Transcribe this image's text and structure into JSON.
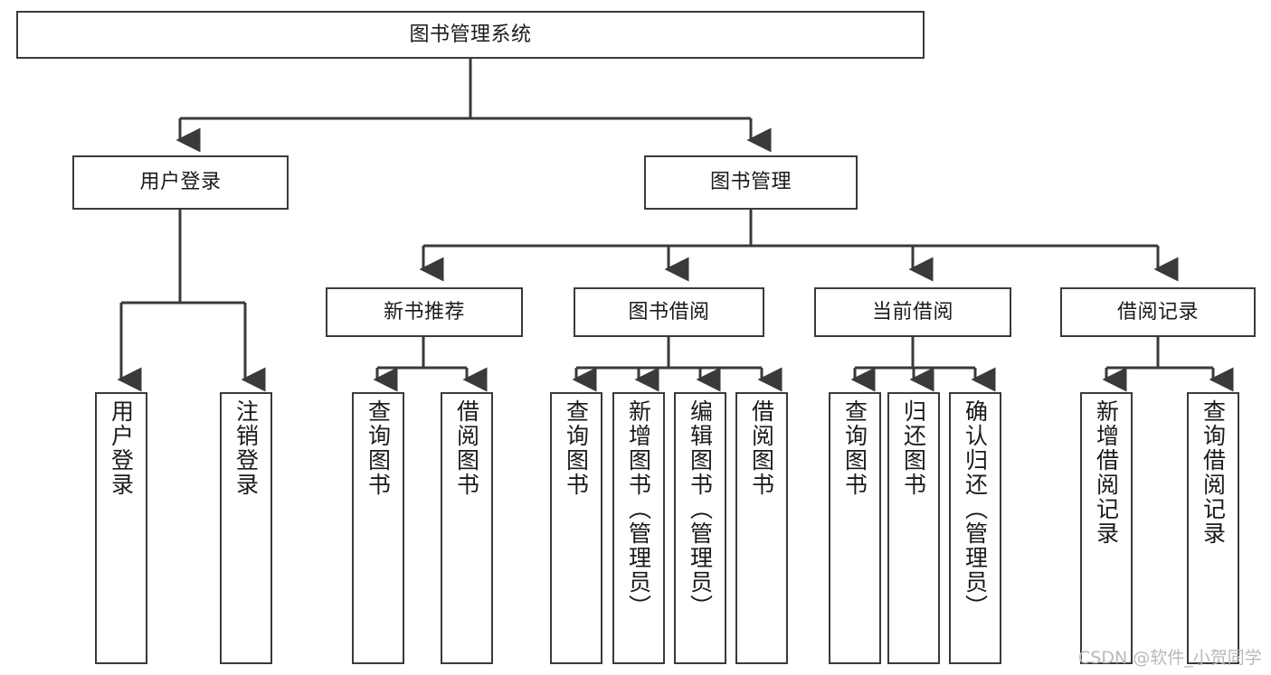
{
  "diagram": {
    "title": "图书管理系统",
    "type": "tree-structure-chart",
    "colors": {
      "node_border": "#3a3a3a",
      "node_fill": "#ffffff",
      "connector": "#3a3a3a",
      "text": "#1a1a1a",
      "watermark": "#b9b9b9",
      "background": "#ffffff"
    },
    "root": {
      "label": "图书管理系统"
    },
    "level2": [
      {
        "label": "用户登录"
      },
      {
        "label": "图书管理"
      }
    ],
    "level3": [
      {
        "label": "新书推荐"
      },
      {
        "label": "图书借阅"
      },
      {
        "label": "当前借阅"
      },
      {
        "label": "借阅记录"
      }
    ],
    "leaves": {
      "user_login": [
        {
          "label": "用户登录"
        },
        {
          "label": "注销登录"
        }
      ],
      "new_book_recommend": [
        {
          "label": "查询图书"
        },
        {
          "label": "借阅图书"
        }
      ],
      "book_borrow": [
        {
          "label": "查询图书"
        },
        {
          "label": "新增图书（管理员）"
        },
        {
          "label": "编辑图书（管理员）"
        },
        {
          "label": "借阅图书"
        }
      ],
      "current_borrow": [
        {
          "label": "查询图书"
        },
        {
          "label": "归还图书"
        },
        {
          "label": "确认归还（管理员）"
        }
      ],
      "borrow_record": [
        {
          "label": "新增借阅记录"
        },
        {
          "label": "查询借阅记录"
        }
      ]
    },
    "watermark": "CSDN @软件_小贺同学"
  }
}
